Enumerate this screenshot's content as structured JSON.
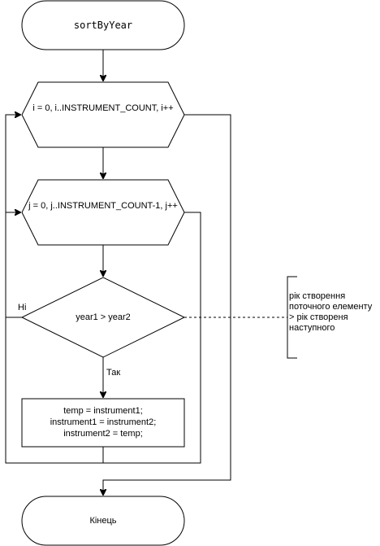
{
  "nodes": {
    "start": "sortByYear",
    "loop_outer": "i = 0, i..INSTRUMENT_COUNT, i++",
    "loop_inner": "j = 0, j..INSTRUMENT_COUNT-1, j++",
    "decision": "year1 > year2",
    "swap": [
      "temp = instrument1;",
      "instrument1 = instrument2;",
      "instrument2 = temp;"
    ],
    "end": "Кінець"
  },
  "edges": {
    "yes_label": "Так",
    "no_label": "Ні"
  },
  "annotation": [
    "рік створення",
    "поточного елементу",
    "> рік створеня",
    "наступного"
  ]
}
